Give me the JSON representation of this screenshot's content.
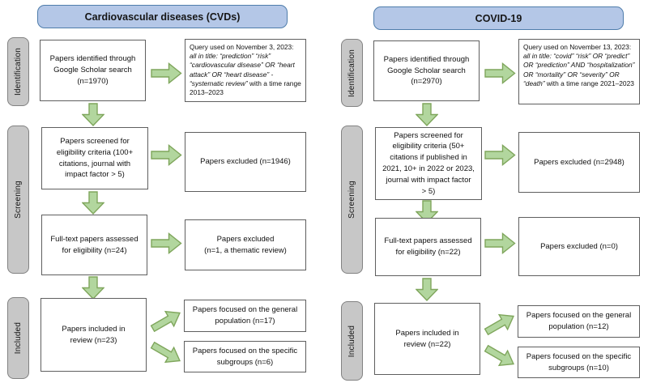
{
  "stages": {
    "identification": "Identification",
    "screening": "Screening",
    "included": "Included"
  },
  "columns": [
    {
      "header": "Cardiovascular diseases (CVDs)",
      "identified": "Papers identified through\nGoogle Scholar search\n(n=1970)",
      "query_prefix": "Query used on November 3, 2023:",
      "query_italic": "all in title: “prediction” “risk” “cardiovascular disease” OR “heart attack” OR “heart disease” - “systematic review”",
      "query_suffix": "with a time range 2013–2023",
      "screened": "Papers screened for\neligibility criteria (100+\ncitations, journal with\nimpact factor > 5)",
      "excluded_screening": "Papers excluded (n=1946)",
      "fulltext": "Full-text papers assessed\nfor eligibility (n=24)",
      "excluded_fulltext": "Papers excluded\n(n=1, a thematic review)",
      "included": "Papers included in\nreview (n=23)",
      "general_population": "Papers focused on the general\npopulation (n=17)",
      "specific_subgroups": "Papers focused on the specific\nsubgroups (n=6)"
    },
    {
      "header": "COVID-19",
      "identified": "Papers identified through\nGoogle Scholar search\n(n=2970)",
      "query_prefix": "Query used on November 13, 2023:",
      "query_italic": "all in title: “covid” “risk” OR “predict” OR “prediction” AND “hospitalization” OR “mortality” OR “severity” OR “death”",
      "query_suffix": "with a time range 2021–2023",
      "screened": "Papers screened for\neligibility criteria (50+\ncitations if published in\n2021, 10+ in 2022 or 2023,\njournal with impact factor\n> 5)",
      "excluded_screening": "Papers excluded (n=2948)",
      "fulltext": "Full-text papers assessed\nfor eligibility (n=22)",
      "excluded_fulltext": "Papers excluded (n=0)",
      "included": "Papers included in\nreview (n=22)",
      "general_population": "Papers focused on the general\npopulation (n=12)",
      "specific_subgroups": "Papers focused on the specific\nsubgroups (n=10)"
    }
  ],
  "colors": {
    "header-fill": "#b4c7e7",
    "header-border": "#4f7dab",
    "stage-fill": "#c7c7c7",
    "stage-border": "#828282",
    "arrow-fill": "#b2d69e",
    "arrow-border": "#7fa65c",
    "box-border": "#5f5f5f",
    "text": "#111111",
    "background": "#ffffff"
  }
}
